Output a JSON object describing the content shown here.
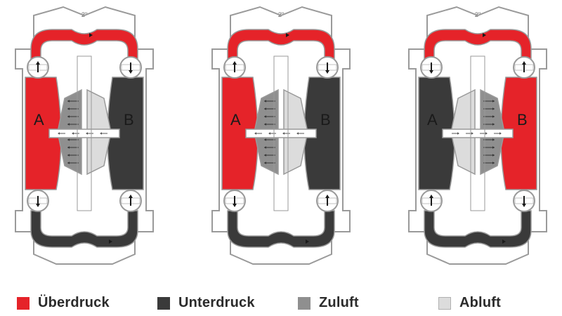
{
  "diagram": {
    "size_label": "2\"",
    "stages": [
      {
        "id": "stage-1",
        "left_chamber": "A",
        "right_chamber": "B",
        "left_state": "ueberdruck",
        "right_state": "unterdruck",
        "air_left": "zuluft",
        "air_right": "abluft",
        "top_state": "ueberdruck",
        "bottom_state": "unterdruck"
      },
      {
        "id": "stage-2",
        "left_chamber": "A",
        "right_chamber": "B",
        "left_state": "ueberdruck",
        "right_state": "unterdruck",
        "air_left": "zuluft",
        "air_right": "abluft",
        "top_state": "ueberdruck",
        "bottom_state": "unterdruck"
      },
      {
        "id": "stage-3",
        "left_chamber": "A",
        "right_chamber": "B",
        "left_state": "unterdruck",
        "right_state": "ueberdruck",
        "air_left": "abluft",
        "air_right": "zuluft",
        "top_state": "ueberdruck",
        "bottom_state": "unterdruck"
      }
    ]
  },
  "legend": [
    {
      "key": "ueberdruck",
      "label": "Überdruck",
      "color": "#e52329"
    },
    {
      "key": "unterdruck",
      "label": "Unterdruck",
      "color": "#3a3a3a"
    },
    {
      "key": "zuluft",
      "label": "Zuluft",
      "color": "#8f8f8f"
    },
    {
      "key": "abluft",
      "label": "Abluft",
      "color": "#dcdcdc"
    }
  ],
  "colors": {
    "outline": "#9a9a9a",
    "housing": "#ffffff",
    "arrow": "#1a1a1a"
  }
}
